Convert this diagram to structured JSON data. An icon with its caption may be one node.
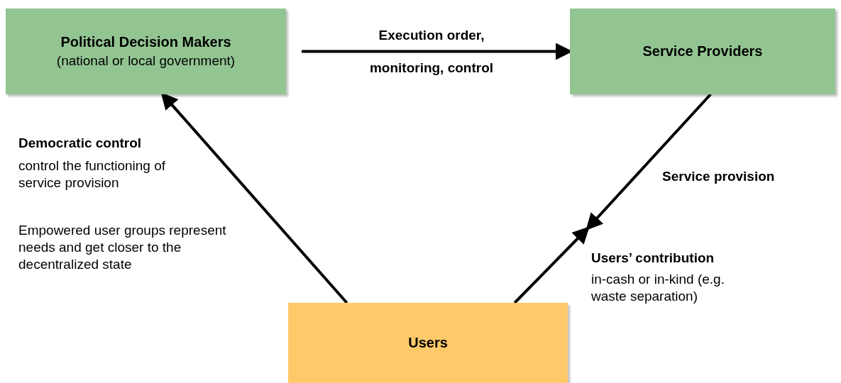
{
  "diagram": {
    "nodes": [
      {
        "text": [
          "Political Decision Makers",
          "(national or local government)"
        ]
      },
      {
        "text": [
          "Service Providers"
        ]
      },
      {
        "text": [
          "Users"
        ]
      }
    ],
    "edges": [
      {
        "from": 0,
        "to": 1,
        "arrow": "to",
        "label": "Execution order, monitoring, control"
      },
      {
        "from": 2,
        "to": 0,
        "arrow": "to"
      },
      {
        "from": 1,
        "to": null,
        "arrow": "to"
      },
      {
        "from": 2,
        "to": null,
        "arrow": "to"
      }
    ],
    "labels": [
      "Democratic control",
      "control the functioning of service provision",
      "Empowered user groups represent needs and get closer to the decentralized state",
      "Service provision",
      "Users’ contribution",
      "in-cash or in-kind (e.g. waste separation)"
    ]
  }
}
